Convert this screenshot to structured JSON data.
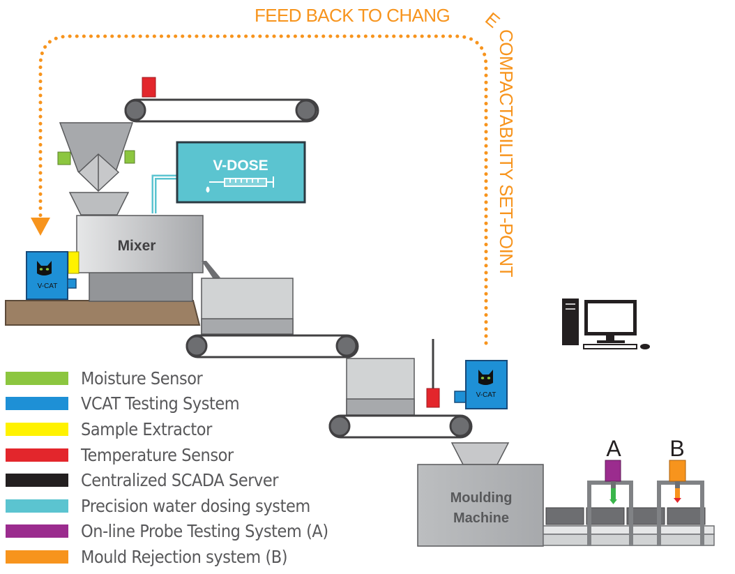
{
  "feedback": {
    "line1": "FEED BACK TO CHANG",
    "letter_e": "E",
    "line2": "COMPACTABILITY SET-POINT"
  },
  "labels": {
    "vdose": "V-DOSE",
    "mixer": "Mixer",
    "vcat_left": "V-CAT",
    "vcat_right": "V-CAT",
    "moulding_line1": "Moulding",
    "moulding_line2": "Machine",
    "station_a": "A",
    "station_b": "B"
  },
  "legend": [
    {
      "label": "Moisture Sensor",
      "color": "#8cc63f"
    },
    {
      "label": "VCAT Testing System",
      "color": "#1e90d6"
    },
    {
      "label": "Sample Extractor",
      "color": "#fff200"
    },
    {
      "label": "Temperature Sensor",
      "color": "#e3262c"
    },
    {
      "label": "Centralized SCADA Server",
      "color": "#231f20"
    },
    {
      "label": "Precision water dosing system",
      "color": "#5bc4d0"
    },
    {
      "label": "On-line Probe Testing System (A)",
      "color": "#9b2c8e"
    },
    {
      "label": "Mould Rejection system (B)",
      "color": "#f7941d"
    }
  ],
  "colors": {
    "feedback": "#f7941d",
    "grey_dark": "#6d6e71",
    "grey_mid": "#a7a9ac",
    "grey_light": "#d1d3d4",
    "ground": "#9c8064",
    "vcat": "#1e90d6",
    "vdose": "#5bc4d0"
  }
}
